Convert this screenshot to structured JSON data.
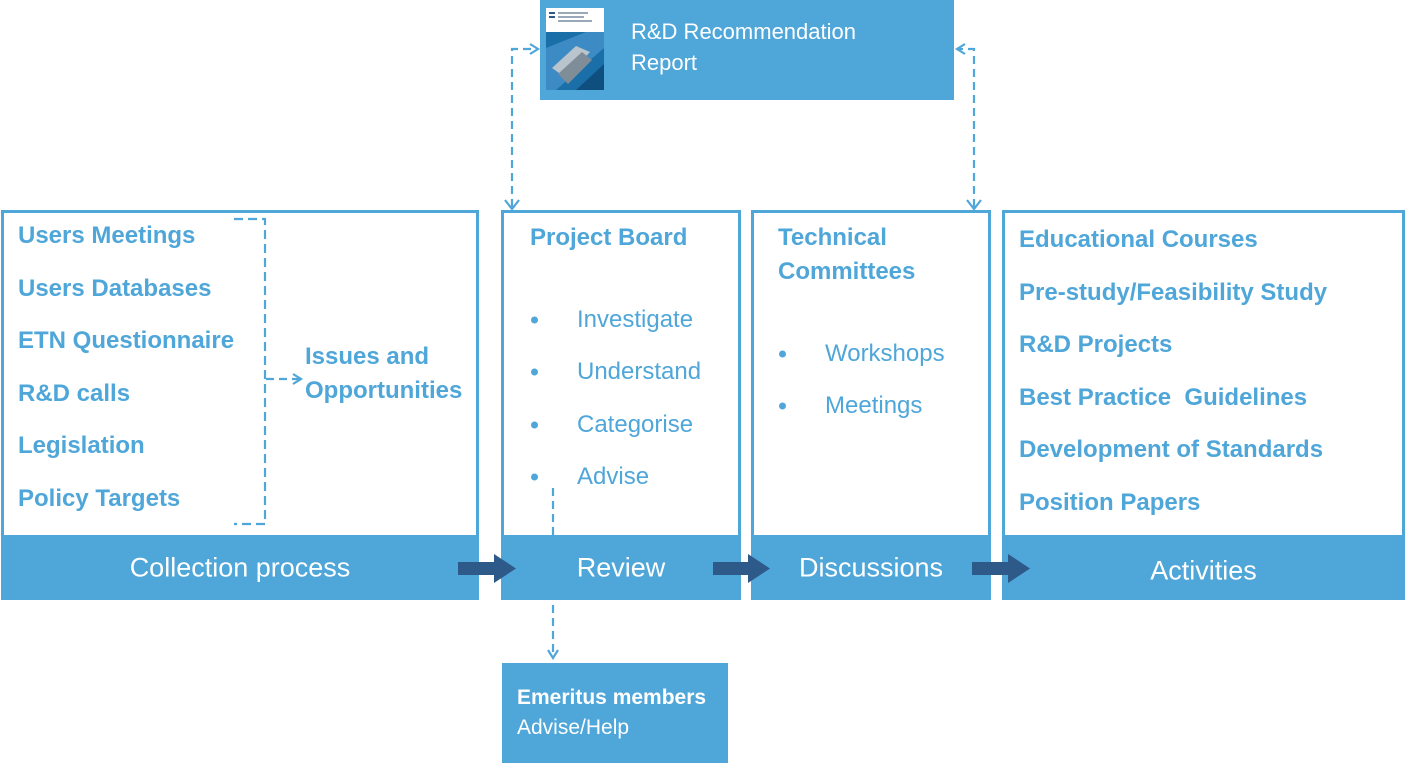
{
  "report": {
    "title_line1": "R&D Recommendation",
    "title_line2": "Report",
    "cover_icon": "report-cover-thumbnail"
  },
  "collection": {
    "items": [
      "Users Meetings",
      "Users Databases",
      "ETN Questionnaire",
      "R&D calls",
      "Legislation",
      "Policy Targets"
    ],
    "output_line1": "Issues and",
    "output_line2": "Opportunities",
    "bar_label": "Collection process"
  },
  "review": {
    "heading": "Project Board",
    "bullets": [
      "Investigate",
      "Understand",
      "Categorise",
      "Advise"
    ],
    "bar_label": "Review"
  },
  "discussions": {
    "heading_line1": "Technical",
    "heading_line2": "Committees",
    "bullets": [
      "Workshops",
      "Meetings"
    ],
    "bar_label": "Discussions"
  },
  "activities": {
    "items": [
      "Educational Courses",
      "Pre-study/Feasibility Study",
      "R&D Projects",
      "Best Practice  Guidelines",
      "Development of Standards",
      "Position Papers"
    ],
    "bar_label": "Activities"
  },
  "emeritus": {
    "title": "Emeritus members",
    "subtitle": "Advise/Help"
  },
  "colors": {
    "accent": "#4fa6d9",
    "arrow_dark": "#2e5a8a",
    "background": "#ffffff"
  }
}
